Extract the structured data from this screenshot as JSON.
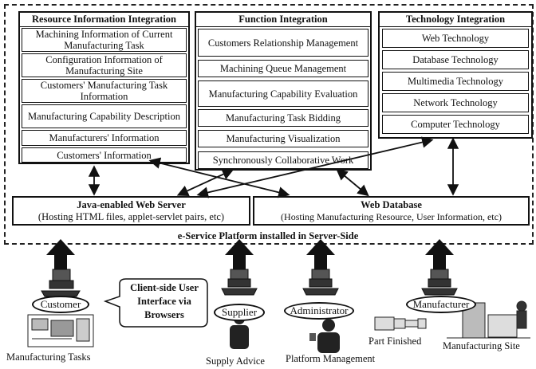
{
  "resource": {
    "title": "Resource Information Integration",
    "items": [
      "Machining Information of Current Manufacturing Task",
      "Configuration Information of Manufacturing Site",
      "Customers' Manufacturing Task Information",
      "Manufacturing Capability Description",
      "Manufacturers' Information",
      "Customers' Information"
    ]
  },
  "function": {
    "title": "Function Integration",
    "items": [
      "Customers Relationship Management",
      "Machining Queue Management",
      "Manufacturing Capability Evaluation",
      "Manufacturing Task Bidding",
      "Manufacturing Visualization",
      "Synchronously Collaborative Work"
    ]
  },
  "technology": {
    "title": "Technology Integration",
    "items": [
      "Web Technology",
      "Database Technology",
      "Multimedia Technology",
      "Network Technology",
      "Computer Technology"
    ]
  },
  "web_server": {
    "title": "Java-enabled Web Server",
    "subtitle": "(Hosting HTML files, applet-servlet pairs, etc)"
  },
  "web_database": {
    "title": "Web Database",
    "subtitle": "(Hosting Manufacturing Resource, User Information, etc)"
  },
  "platform_label": "e-Service Platform installed in Server-Side",
  "actors": {
    "customer": "Customer",
    "supplier": "Supplier",
    "administrator": "Administrator",
    "manufacturer": "Manufacturer"
  },
  "client_callout": "Client-side User Interface via Browsers",
  "captions": {
    "manufacturing_tasks": "Manufacturing Tasks",
    "supply_advice": "Supply Advice",
    "platform_management": "Platform Management",
    "part_finished": "Part Finished",
    "manufacturing_site": "Manufacturing Site"
  }
}
